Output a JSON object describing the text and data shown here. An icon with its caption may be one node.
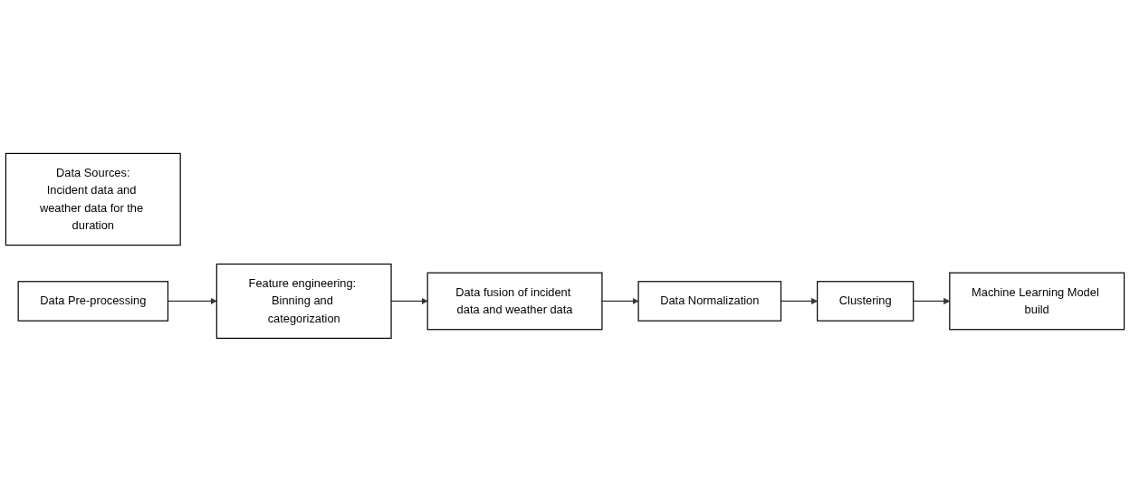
{
  "diagram": {
    "nodes": [
      {
        "text": [
          "Data Sources:",
          "Incident data and weather data for the duration"
        ]
      },
      {
        "text": [
          "Data Pre-processing"
        ]
      },
      {
        "text": [
          "Feature engineering: Binning and categorization"
        ]
      },
      {
        "text": [
          "Data fusion of incident data and weather data"
        ]
      },
      {
        "text": [
          "Data Normalization"
        ]
      },
      {
        "text": [
          "Clustering"
        ]
      },
      {
        "text": [
          "Machine Learning Model build"
        ]
      }
    ],
    "edges": [
      {
        "from": 1,
        "to": 2,
        "arrow": "to"
      },
      {
        "from": 2,
        "to": 3,
        "arrow": "to"
      },
      {
        "from": 3,
        "to": 4,
        "arrow": "to"
      },
      {
        "from": 4,
        "to": 5,
        "arrow": "to"
      },
      {
        "from": 5,
        "to": 6,
        "arrow": "to"
      }
    ]
  }
}
